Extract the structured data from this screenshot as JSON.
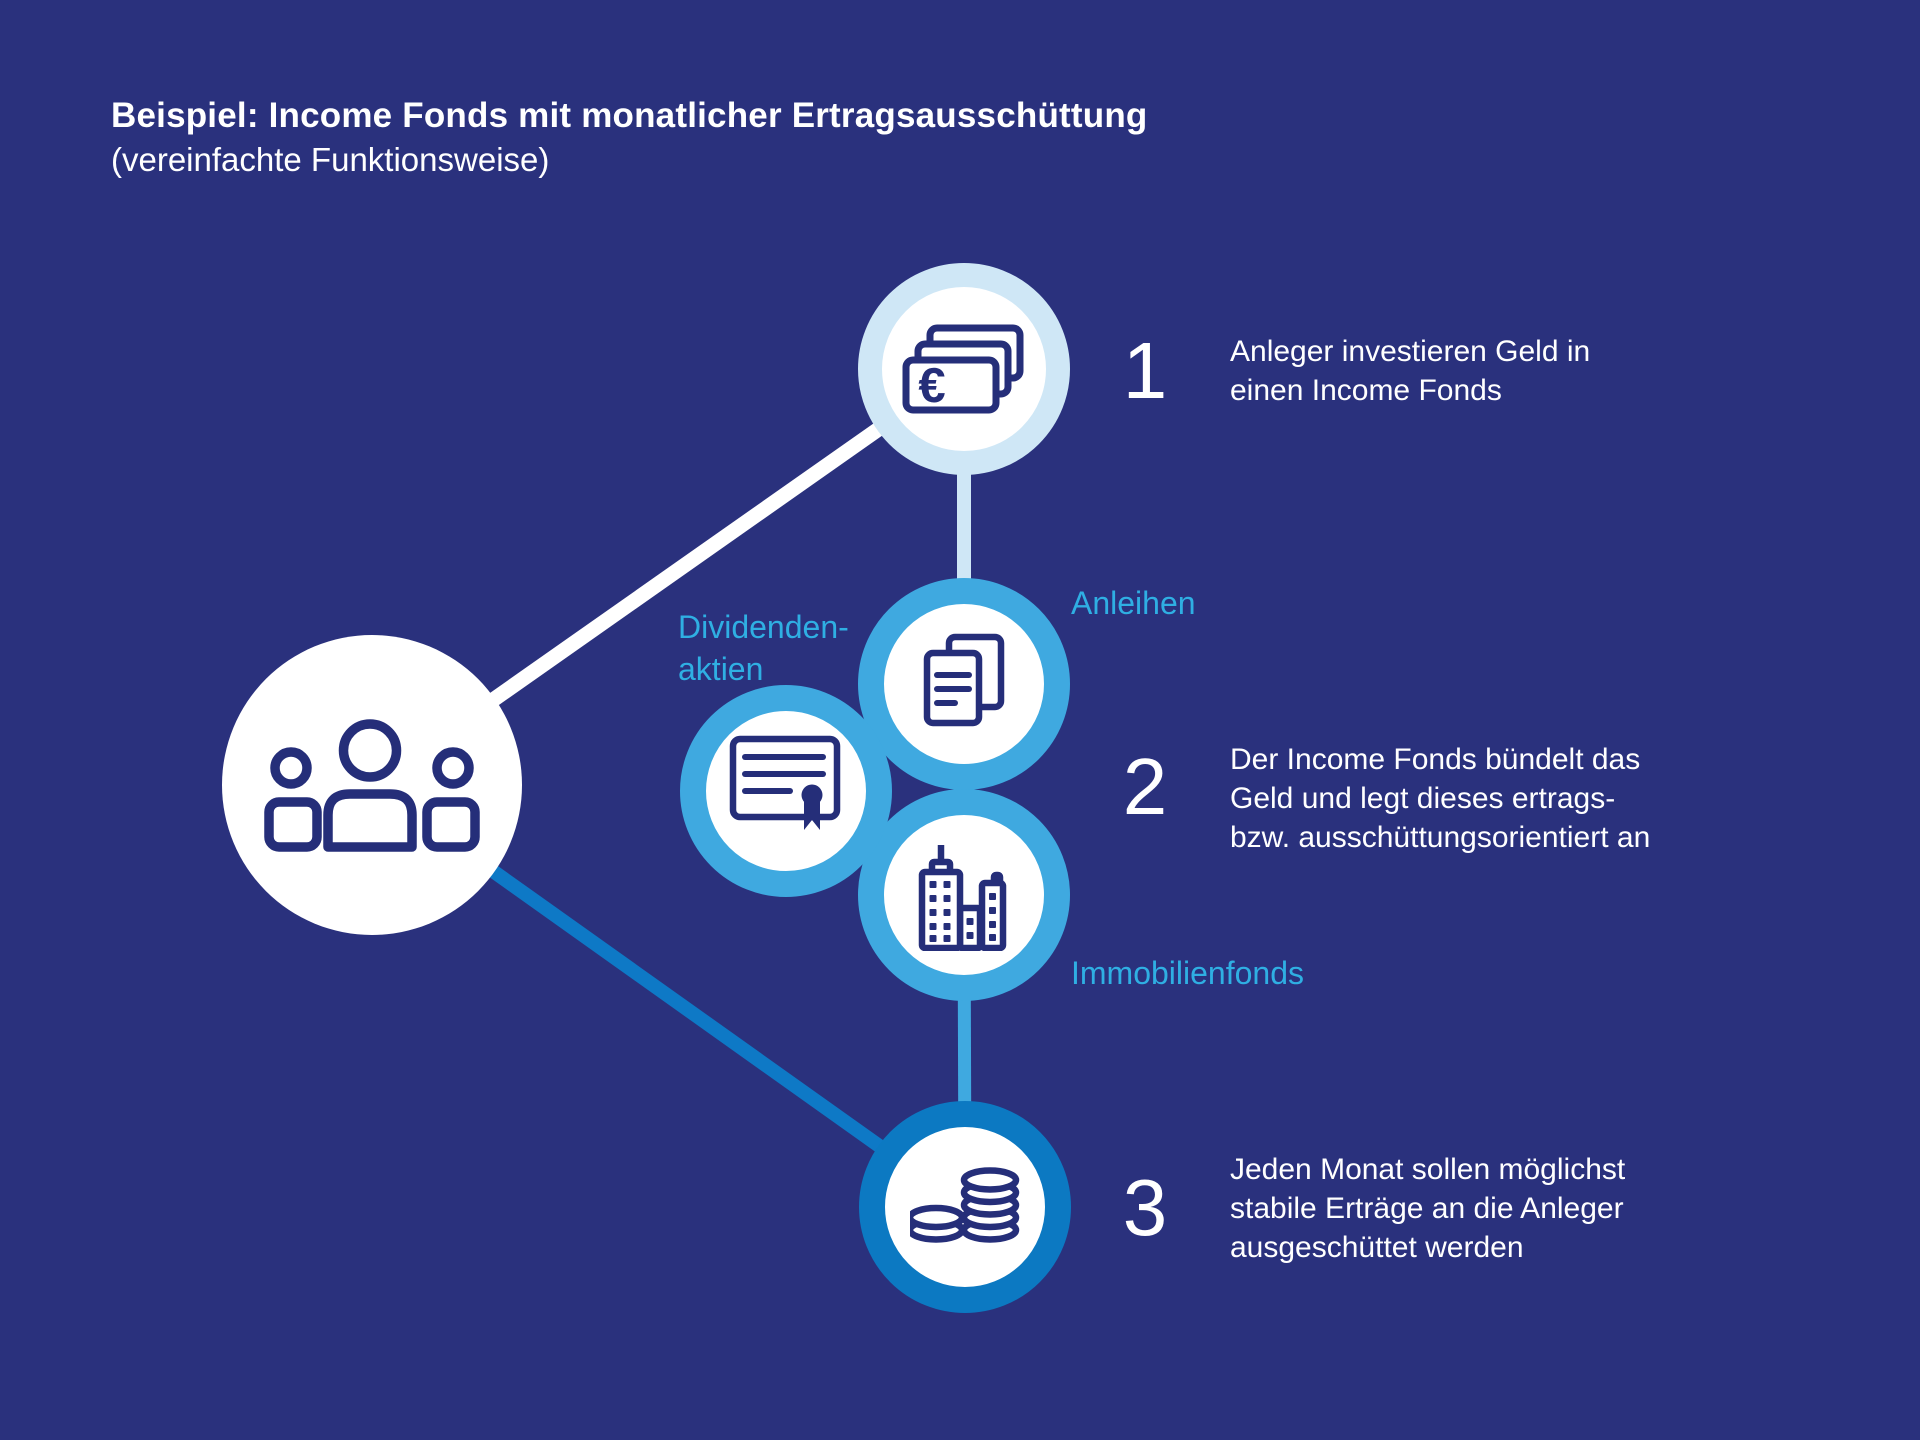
{
  "colors": {
    "background": "#2a317d",
    "icon_navy": "#252e79",
    "ring_pale_blue": "#cfe7f6",
    "ring_bright_blue": "#3fa9e0",
    "ring_dark_blue": "#0c79c2",
    "label_blue": "#2fafe3",
    "connector_white": "#ffffff",
    "connector_blue": "#0e79c6",
    "text_white": "#ffffff"
  },
  "title": {
    "bold": "Beispiel: Income Fonds mit monatlicher Ertragsausschüttung",
    "subtitle": "(vereinfachte Funktionsweise)"
  },
  "steps": [
    {
      "number": "1",
      "lines": [
        "Anleger investieren Geld in",
        "einen Income Fonds"
      ]
    },
    {
      "number": "2",
      "lines": [
        "Der Income Fonds bündelt das",
        "Geld und legt dieses ertrags-",
        "bzw. ausschüttungsorientiert an"
      ]
    },
    {
      "number": "3",
      "lines": [
        "Jeden Monat sollen möglichst",
        "stabile Erträge an die Anleger",
        "ausgeschüttet werden"
      ]
    }
  ],
  "assets": {
    "dividenden": {
      "lines": [
        "Dividenden-",
        "aktien"
      ]
    },
    "anleihen": {
      "label": "Anleihen"
    },
    "immobilien": {
      "label": "Immobilienfonds"
    }
  },
  "icons": {
    "investors": "people-group-icon",
    "fund": "euro-banknotes-icon",
    "anleihen": "documents-icon",
    "dividenden": "certificate-icon",
    "immobilien": "buildings-icon",
    "payout": "coin-stacks-icon",
    "euro_symbol": "€"
  }
}
